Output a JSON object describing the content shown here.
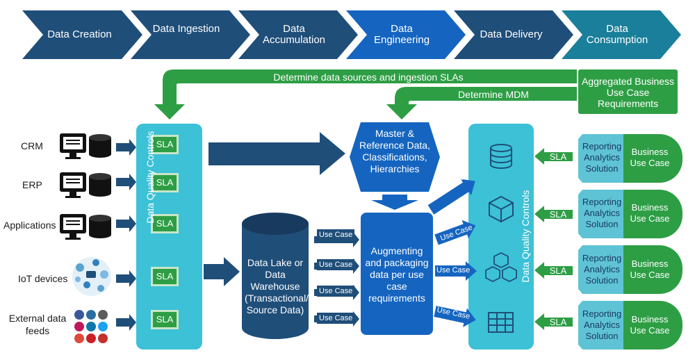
{
  "stages": [
    "Data Creation",
    "Data Ingestion",
    "Data Accumulation",
    "Data Engineering",
    "Data Delivery",
    "Data Consumption"
  ],
  "colors": {
    "dark_navy": "#1f4e79",
    "mid_blue": "#2f7fc1",
    "cyan": "#3cc1d6",
    "green": "#2e9e45",
    "dark_teal": "#17536b"
  },
  "feedback": {
    "top_arrow": "Determine data sources and ingestion SLAs",
    "mdm_arrow": "Determine MDM",
    "aggregated": "Aggregated Business Use Case Requirements"
  },
  "sources": [
    "CRM",
    "ERP",
    "Applications",
    "IoT devices",
    "External data feeds"
  ],
  "source_icons": [
    "monitor-icon",
    "database-icon",
    "iot-cloud-icon",
    "social-media-icon"
  ],
  "sla_label": "SLA",
  "dq_controls": "Data Quality Controls",
  "data_lake": "Data Lake or Data Warehouse (Transactional/ Source Data)",
  "master_data": "Master & Reference Data, Classifications, Hierarchies",
  "augment": "Augmenting and packaging data per use case requirements",
  "use_case": "Use Case",
  "delivery_icons": [
    "cylinder-icon",
    "cube-icon",
    "cubes-icon",
    "grid-icon"
  ],
  "reporting": "Reporting Analytics Solution",
  "business": "Business Use Case"
}
